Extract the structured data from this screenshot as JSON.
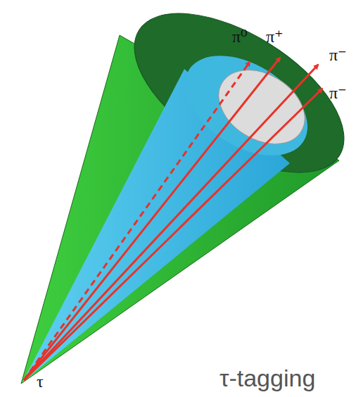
{
  "diagram": {
    "labels": [
      "π⁰",
      "π⁺",
      "π⁻",
      "π⁻",
      "τ",
      "τ-tagging"
    ]
  }
}
